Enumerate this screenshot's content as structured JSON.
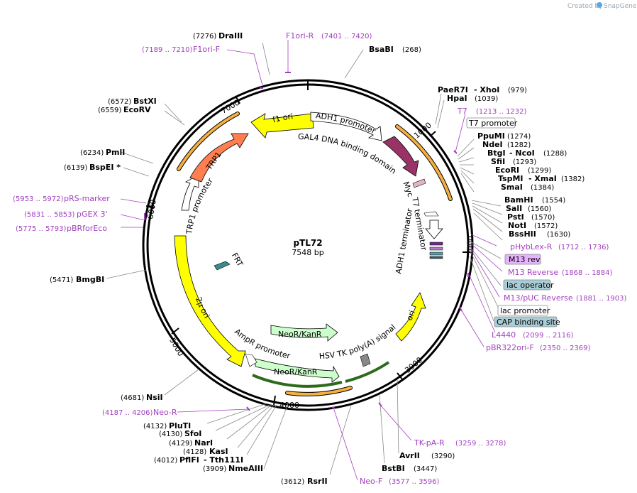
{
  "watermark": {
    "prefix": "Created by",
    "brand": "SnapGene"
  },
  "plasmid": {
    "name": "pTL72",
    "size": "7548 bp"
  },
  "ticks": [
    "1000",
    "2000",
    "3000",
    "4000",
    "5000",
    "6000",
    "7000"
  ],
  "features": {
    "f1_ori": "f1 ori",
    "adh1_promoter": "ADH1 promoter",
    "gal4": "GAL4 DNA binding domain",
    "myc": "Myc",
    "t7_terminator": "T7 terminator",
    "adh1_terminator": "ADH1 terminator",
    "ori": "ori",
    "hsv_tk": "HSV TK poly(A) signal",
    "neor_inner": "NeoR/KanR",
    "neor_outer": "NeoR/KanR",
    "ampr_promoter": "AmpR promoter",
    "two_mu": "2μ ori",
    "frt": "FRT",
    "trp1_promoter": "TRP1 promoter",
    "trp1": "TRP1"
  },
  "right_labels": [
    {
      "name": "PaeR7I",
      "extra": " - XhoI",
      "pos": "(979)"
    },
    {
      "name": "HpaI",
      "extra": "",
      "pos": "(1039)"
    },
    {
      "name": "PpuMI",
      "extra": "",
      "pos": "(1274)"
    },
    {
      "name": "NdeI",
      "extra": "",
      "pos": "(1282)"
    },
    {
      "name": "BtgI",
      "extra": " - NcoI",
      "pos": "(1288)"
    },
    {
      "name": "SfiI",
      "extra": "",
      "pos": "(1293)"
    },
    {
      "name": "EcoRI",
      "extra": "",
      "pos": "(1299)"
    },
    {
      "name": "TspMI",
      "extra": " - XmaI",
      "pos": "(1382)"
    },
    {
      "name": "SmaI",
      "extra": "",
      "pos": "(1384)"
    },
    {
      "name": "BamHI",
      "extra": "",
      "pos": "(1554)"
    },
    {
      "name": "SalI",
      "extra": "",
      "pos": "(1560)"
    },
    {
      "name": "PstI",
      "extra": "",
      "pos": "(1570)"
    },
    {
      "name": "NotI",
      "extra": "",
      "pos": "(1572)"
    },
    {
      "name": "BssHII",
      "extra": "",
      "pos": "(1630)"
    }
  ],
  "boxed_labels": {
    "t7_promoter": "T7 promoter",
    "m13_rev": "M13 rev",
    "lac_operator": "lac operator",
    "lac_promoter": "lac promoter",
    "cap_site": "CAP binding site"
  },
  "right_primers": [
    {
      "name": "T7",
      "pos": "(1213 .. 1232)"
    },
    {
      "name": "pHybLex-R",
      "pos": "(1712 .. 1736)"
    },
    {
      "name": "M13 Reverse",
      "pos": "(1868 .. 1884)"
    },
    {
      "name": "M13/pUC Reverse",
      "pos": "(1881 .. 1903)"
    },
    {
      "name": "L4440",
      "pos": "(2099 .. 2116)"
    },
    {
      "name": "pBR322ori-F",
      "pos": "(2350 .. 2369)"
    },
    {
      "name": "TK-pA-R",
      "pos": "(3259 .. 3278)"
    }
  ],
  "bottom_labels": [
    {
      "name": "AvrII",
      "pos": "(3290)"
    },
    {
      "name": "BstBI",
      "pos": "(3447)"
    },
    {
      "name": "RsrII",
      "pos": "(3612)"
    }
  ],
  "neo_f": {
    "name": "Neo-F",
    "pos": "(3577 .. 3596)"
  },
  "left_bottom_labels": [
    {
      "pos": "(4681)",
      "name": "NsiI"
    },
    {
      "pos": "(4132)",
      "name": "PluTI"
    },
    {
      "pos": "(4130)",
      "name": "SfoI"
    },
    {
      "pos": "(4129)",
      "name": "NarI"
    },
    {
      "pos": "(4128)",
      "name": "KasI"
    },
    {
      "pos": "(4012)",
      "name": "PflFI",
      "extra": " - Tth111I"
    },
    {
      "pos": "(3909)",
      "name": "NmeAIII"
    }
  ],
  "neo_r": {
    "pos": "(4187 .. 4206)",
    "name": "Neo-R"
  },
  "left_labels": [
    {
      "pos": "(5471)",
      "name": "BmgBI"
    },
    {
      "pos": "(6234)",
      "name": "PmlI"
    },
    {
      "pos": "(6139)",
      "name": "BspEI *"
    },
    {
      "pos": "(6572)",
      "name": "BstXI"
    },
    {
      "pos": "(6559)",
      "name": "EcoRV"
    }
  ],
  "left_primers": [
    {
      "pos": "(5953 .. 5972)",
      "name": "pRS-marker"
    },
    {
      "pos": "(5831 .. 5853)",
      "name": "pGEX 3'"
    },
    {
      "pos": "(5775 .. 5793)",
      "name": "pBRforEco"
    },
    {
      "pos": "(7189 .. 7210)",
      "name": "F1ori-F"
    }
  ],
  "top_labels": {
    "draiii_pos": "(7276)",
    "draiii": "DraIII",
    "f1ori_r": "F1ori-R",
    "f1ori_r_pos": "(7401 .. 7420)",
    "bsabi": "BsaBI",
    "bsabi_pos": "(268)"
  },
  "colors": {
    "primer": "#a23fbf",
    "f1_ori": "#ffff00",
    "gal4": "#993366",
    "trp1": "#ff7f50",
    "neo": "#ccffcc",
    "orange_track": "#f5b041",
    "box_purple": "#e6b3ff",
    "box_teal": "#a9cdd6"
  }
}
